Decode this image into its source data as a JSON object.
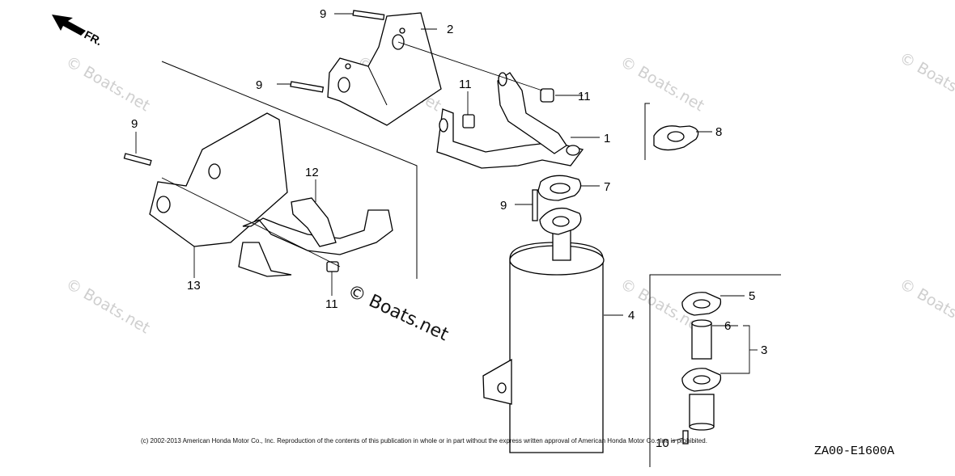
{
  "orientation_label": "FR.",
  "callouts": {
    "c1": "1",
    "c2": "2",
    "c3": "3",
    "c4": "4",
    "c5": "5",
    "c6": "6",
    "c7": "7",
    "c8": "8",
    "c9a": "9",
    "c9b": "9",
    "c9c": "9",
    "c9d": "9",
    "c10": "10",
    "c11a": "11",
    "c11b": "11",
    "c11c": "11",
    "c12": "12",
    "c13": "13"
  },
  "watermark": "© Boats.net",
  "watermark_main": "© Boats.net",
  "copyright": "(c) 2002-2013 American Honda Motor Co., Inc. Reproduction of the contents of this publication in whole or in part without the express written approval of American Honda Motor Co., Inc is prohibited.",
  "diagram_code": "ZA00-E1600A"
}
